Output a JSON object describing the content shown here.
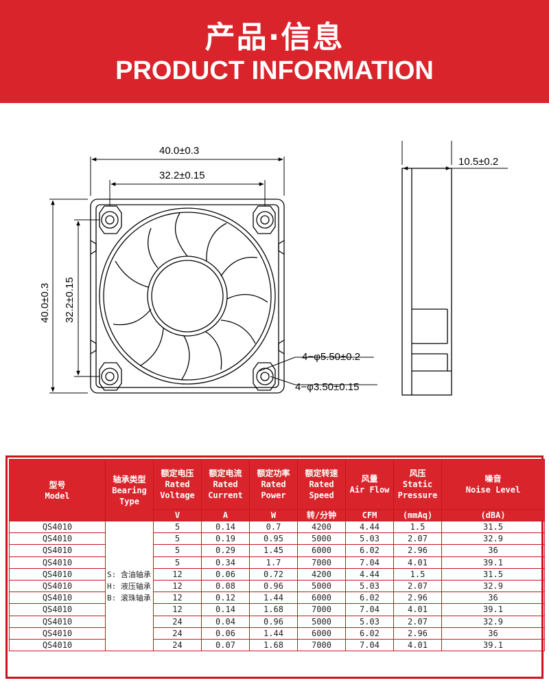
{
  "banner": {
    "title_cn": "产品·信息",
    "title_en": "PRODUCT INFORMATION",
    "bg_color": "#d9242b"
  },
  "drawing": {
    "dim_width_outer": "40.0±0.3",
    "dim_width_inner": "32.2±0.15",
    "dim_height_outer": "40.0±0.3",
    "dim_height_inner": "32.2±0.15",
    "dim_thickness": "10.5±0.2",
    "dim_hole_outer": "4−φ5.50±0.2",
    "dim_hole_inner": "4−φ3.50±0.15"
  },
  "table": {
    "headers": [
      {
        "cn": "型号",
        "en": "Model"
      },
      {
        "cn": "轴承类型",
        "en": "Bearing Type"
      },
      {
        "cn": "额定电压",
        "en": "Rated Voltage"
      },
      {
        "cn": "额定电流",
        "en": "Rated Current"
      },
      {
        "cn": "额定功率",
        "en": "Rated Power"
      },
      {
        "cn": "额定转速",
        "en": "Rated Speed"
      },
      {
        "cn": "风量",
        "en": "Air Flow"
      },
      {
        "cn": "风压",
        "en": "Static Pressure"
      },
      {
        "cn": "噪音",
        "en": "Noise Level"
      }
    ],
    "units": [
      "V",
      "A",
      "W",
      "转/分钟",
      "CFM",
      "(mmAq)",
      "(dBA)"
    ],
    "bearing_note": [
      "S: 含油轴承",
      "H: 液压轴承",
      "B: 滚珠轴承"
    ],
    "rows": [
      [
        "QS4010",
        "5",
        "0.14",
        "0.7",
        "4200",
        "4.44",
        "1.5",
        "31.5"
      ],
      [
        "QS4010",
        "5",
        "0.19",
        "0.95",
        "5000",
        "5.03",
        "2.07",
        "32.9"
      ],
      [
        "QS4010",
        "5",
        "0.29",
        "1.45",
        "6000",
        "6.02",
        "2.96",
        "36"
      ],
      [
        "QS4010",
        "5",
        "0.34",
        "1.7",
        "7000",
        "7.04",
        "4.01",
        "39.1"
      ],
      [
        "QS4010",
        "12",
        "0.06",
        "0.72",
        "4200",
        "4.44",
        "1.5",
        "31.5"
      ],
      [
        "QS4010",
        "12",
        "0.08",
        "0.96",
        "5000",
        "5.03",
        "2.07",
        "32.9"
      ],
      [
        "QS4010",
        "12",
        "0.12",
        "1.44",
        "6000",
        "6.02",
        "2.96",
        "36"
      ],
      [
        "QS4010",
        "12",
        "0.14",
        "1.68",
        "7000",
        "7.04",
        "4.01",
        "39.1"
      ],
      [
        "QS4010",
        "24",
        "0.04",
        "0.96",
        "5000",
        "5.03",
        "2.07",
        "32.9"
      ],
      [
        "QS4010",
        "24",
        "0.06",
        "1.44",
        "6000",
        "6.02",
        "2.96",
        "36"
      ],
      [
        "QS4010",
        "24",
        "0.07",
        "1.68",
        "7000",
        "7.04",
        "4.01",
        "39.1"
      ]
    ]
  }
}
